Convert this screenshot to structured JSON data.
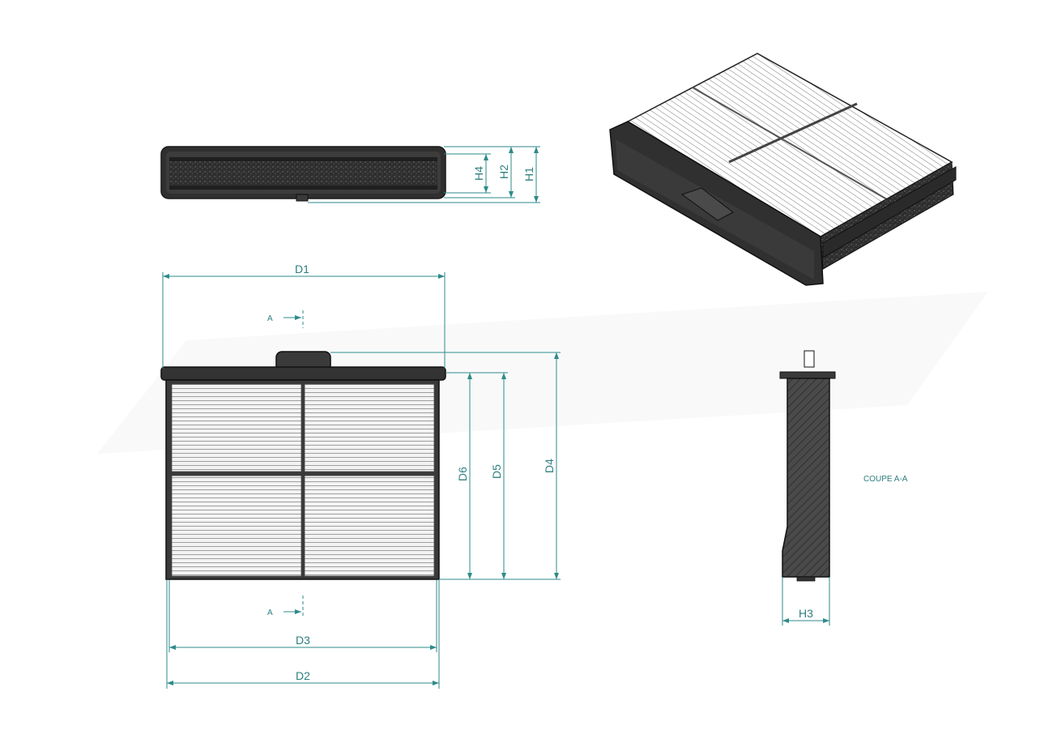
{
  "views": {
    "front": {
      "dims": {
        "d1": "D1",
        "d2": "D2",
        "d3": "D3",
        "d4": "D4",
        "d5": "D5",
        "d6": "D6"
      },
      "section_marker_top": "A",
      "section_marker_bottom": "A"
    },
    "side": {
      "dims": {
        "h1": "H1",
        "h2": "H2",
        "h4": "H4"
      }
    },
    "section": {
      "title": "COUPE A-A",
      "dims": {
        "h3": "H3"
      }
    }
  },
  "colors": {
    "dimension": "#2f8a8a",
    "frame": "#3a3a3a",
    "media": "#f2f2f2",
    "foam": "#2b2b2b"
  }
}
